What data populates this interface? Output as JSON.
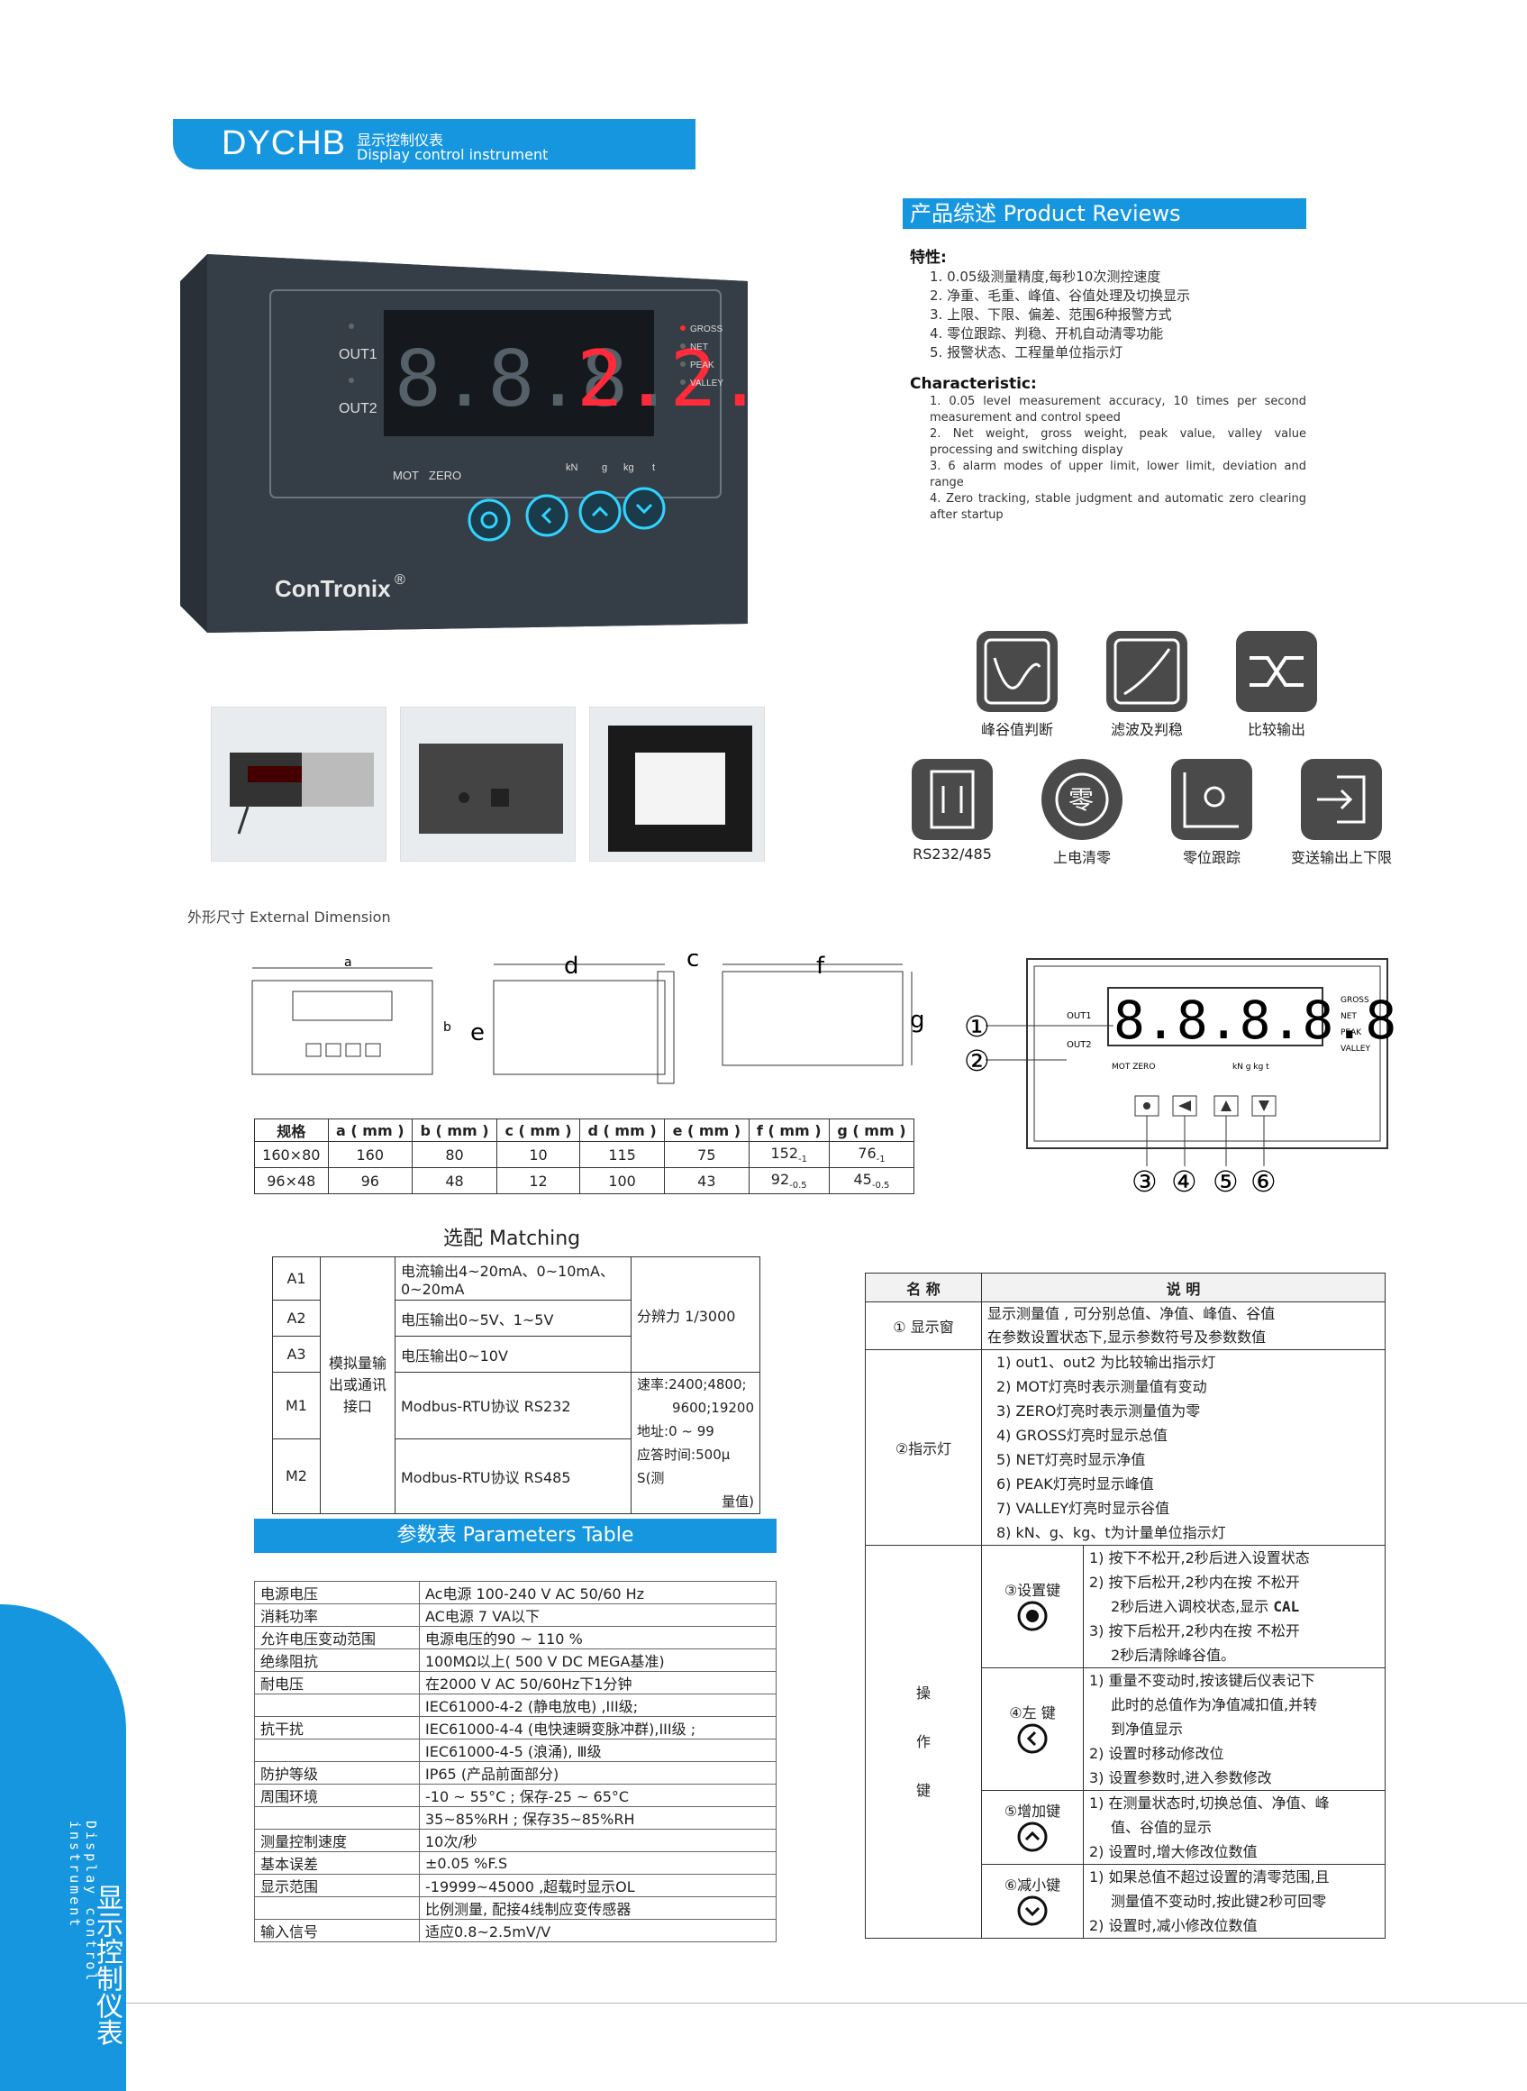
{
  "header": {
    "model": "DYCHB",
    "title_cn": "显示控制仪表",
    "title_en": "Display control instrument"
  },
  "device": {
    "out1": "OUT1",
    "out2": "OUT2",
    "digits": "8.8.8.",
    "digits_red": "2.2.",
    "indicators": [
      "GROSS",
      "NET",
      "PEAK",
      "VALLEY"
    ],
    "mot": "MOT",
    "zero": "ZERO",
    "units": [
      "kN",
      "g",
      "kg",
      "t"
    ],
    "brand": "ConTronix",
    "reg": "®"
  },
  "overview": {
    "bar": "产品综述 Product Reviews",
    "feat_title": "特性:",
    "features": [
      "1. 0.05级测量精度,每秒10次测控速度",
      "2. 净重、毛重、峰值、谷值处理及切换显示",
      "3. 上限、下限、偏差、范围6种报警方式",
      "4. 零位跟踪、判稳、开机自动清零功能",
      "5. 报警状态、工程量单位指示灯"
    ],
    "char_title": "Characteristic:",
    "characteristics": [
      "1. 0.05 level measurement accuracy, 10 times per second measurement and control speed",
      "2. Net weight, gross weight, peak value, valley value processing and switching display",
      "3. 6 alarm modes of upper limit, lower limit, deviation and range",
      "4. Zero tracking, stable judgment and automatic zero clearing after startup"
    ]
  },
  "icons": [
    "峰谷值判断",
    "滤波及判稳",
    "比较输出",
    "RS232/485",
    "上电清零",
    "零位跟踪",
    "变送输出上下限"
  ],
  "dimension": {
    "title": "外形尺寸 External Dimension",
    "letters": [
      "a",
      "b",
      "c",
      "d",
      "e",
      "f",
      "g"
    ],
    "headers": [
      "规格",
      "a ( mm )",
      "b ( mm )",
      "c ( mm )",
      "d ( mm )",
      "e ( mm )",
      "f ( mm )",
      "g ( mm )"
    ],
    "rows": [
      {
        "spec": "160×80",
        "a": "160",
        "b": "80",
        "c": "10",
        "d": "115",
        "e": "75",
        "f": "152",
        "fs": "-1",
        "g": "76",
        "gs": "-1"
      },
      {
        "spec": "96×48",
        "a": "96",
        "b": "48",
        "c": "12",
        "d": "100",
        "e": "43",
        "f": "92",
        "fs": "-0.5",
        "g": "45",
        "gs": "-0.5"
      }
    ]
  },
  "panel": {
    "digits": "8.8.8.8.8.",
    "out1": "OUT1",
    "out2": "OUT2",
    "mot": "MOT ZERO",
    "leds": [
      "GROSS",
      "NET",
      "PEAK",
      "VALLEY"
    ],
    "units": "kN g kg t",
    "callouts": [
      "①",
      "②",
      "③",
      "④",
      "⑤",
      "⑥"
    ]
  },
  "matching": {
    "title": "选配 Matching",
    "group_label": "模拟量输出或通讯接口",
    "rows": [
      {
        "code": "A1",
        "desc": "电流输出4~20mA、0~10mA、0~20mA"
      },
      {
        "code": "A2",
        "desc": "电压输出0~5V、1~5V"
      },
      {
        "code": "A3",
        "desc": "电压输出0~10V"
      },
      {
        "code": "M1",
        "desc": "Modbus-RTU协议 RS232"
      },
      {
        "code": "M2",
        "desc": "Modbus-RTU协议 RS485"
      }
    ],
    "note_a": "分辨力 1/3000",
    "note_m": [
      "速率:2400;4800;",
      "9600;19200",
      "地址:0 ~ 99",
      "应答时间:500μ S(测",
      "量值)"
    ]
  },
  "params": {
    "bar": "参数表 Parameters Table",
    "rows": [
      [
        "电源电压",
        "Ac电源  100-240 V AC 50/60 Hz"
      ],
      [
        "消耗功率",
        "AC电源  7 VA以下"
      ],
      [
        "允许电压变动范围",
        "电源电压的90 ~ 110 %"
      ],
      [
        "绝缘阻抗",
        "100MΩ以上( 500 V DC MEGA基准)"
      ],
      [
        "耐电压",
        "在2000 V AC 50/60Hz下1分钟"
      ],
      [
        "",
        "IEC61000-4-2 (静电放电) ,III级;"
      ],
      [
        "抗干扰",
        "IEC61000-4-4 (电快速瞬变脉冲群),III级 ;"
      ],
      [
        "",
        "IEC61000-4-5 (浪涌), Ⅲ级"
      ],
      [
        "防护等级",
        "IP65 (产品前面部分)"
      ],
      [
        "周围环境",
        "-10 ~ 55°C ; 保存-25 ~ 65°C"
      ],
      [
        "",
        "35~85%RH ; 保存35~85%RH"
      ],
      [
        "测量控制速度",
        "10次/秒"
      ],
      [
        "基本误差",
        "±0.05 %F.S"
      ],
      [
        "显示范围",
        "-19999~45000 ,超载时显示OL"
      ],
      [
        "",
        "比例测量, 配接4线制应变传感器"
      ],
      [
        "输入信号",
        "适应0.8~2.5mV/V"
      ]
    ]
  },
  "desc": {
    "h_name": "名  称",
    "h_desc": "说    明",
    "r1_name": "① 显示窗",
    "r1": [
      "显示测量值 , 可分别总值、净值、峰值、谷值",
      "在参数设置状态下,显示参数符号及参数数值"
    ],
    "r2_name": "②指示灯",
    "r2": [
      "1) out1、out2 为比较输出指示灯",
      "2) MOT灯亮时表示测量值有变动",
      "3) ZERO灯亮时表示测量值为零",
      "4) GROSS灯亮时显示总值",
      "5) NET灯亮时显示净值",
      "6) PEAK灯亮时显示峰值",
      "7) VALLEY灯亮时显示谷值",
      "8) kN、g、kg、t为计量单位指示灯"
    ],
    "op": [
      "操",
      "作",
      "键"
    ],
    "k3_name": "③设置键",
    "k3": [
      "1) 按下不松开,2秒后进入设置状态",
      "2) 按下后松开,2秒内在按 不松开",
      "2秒后进入调校状态,显示",
      "3) 按下后松开,2秒内在按 不松开",
      "2秒后清除峰谷值。"
    ],
    "k3_cal": "CAL",
    "k4_name": "④左 键",
    "k4": [
      "1) 重量不变动时,按该键后仪表记下",
      "此时的总值作为净值减扣值,并转",
      "到净值显示",
      "2) 设置时移动修改位",
      "3) 设置参数时,进入参数修改"
    ],
    "k5_name": "⑤增加键",
    "k5": [
      "1) 在测量状态时,切换总值、净值、峰",
      "值、谷值的显示",
      "2) 设置时,增大修改位数值"
    ],
    "k6_name": "⑥减小键",
    "k6": [
      "1) 如果总值不超过设置的清零范围,且",
      "测量值不变动时,按此键2秒可回零",
      "2) 设置时,减小修改位数值"
    ]
  },
  "sidebar": {
    "cn": "显示控制仪表",
    "en": "Display control instrument"
  }
}
